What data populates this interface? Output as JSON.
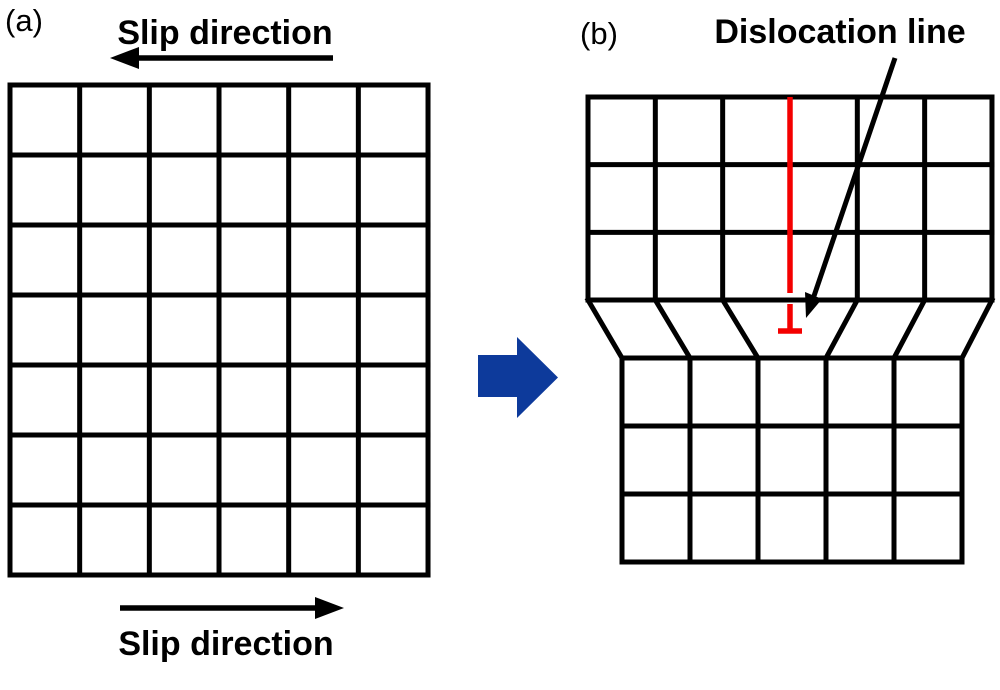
{
  "panel_a": {
    "label": "(a)",
    "top_slip_label": "Slip direction",
    "bottom_slip_label": "Slip direction",
    "lattice": {
      "cols": 6,
      "rows": 7
    }
  },
  "panel_b": {
    "label": "(b)",
    "annotation_label": "Dislocation line",
    "upper_lattice": {
      "cols": 6,
      "rows": 3
    },
    "lower_lattice": {
      "cols": 5,
      "rows": 3
    },
    "dislocation_symbol": "⊥"
  },
  "colors": {
    "lattice": "#000000",
    "text": "#000000",
    "dislocation_red": "#f40000",
    "transform_arrow_blue": "#0d3a9b",
    "background": "#ffffff"
  }
}
